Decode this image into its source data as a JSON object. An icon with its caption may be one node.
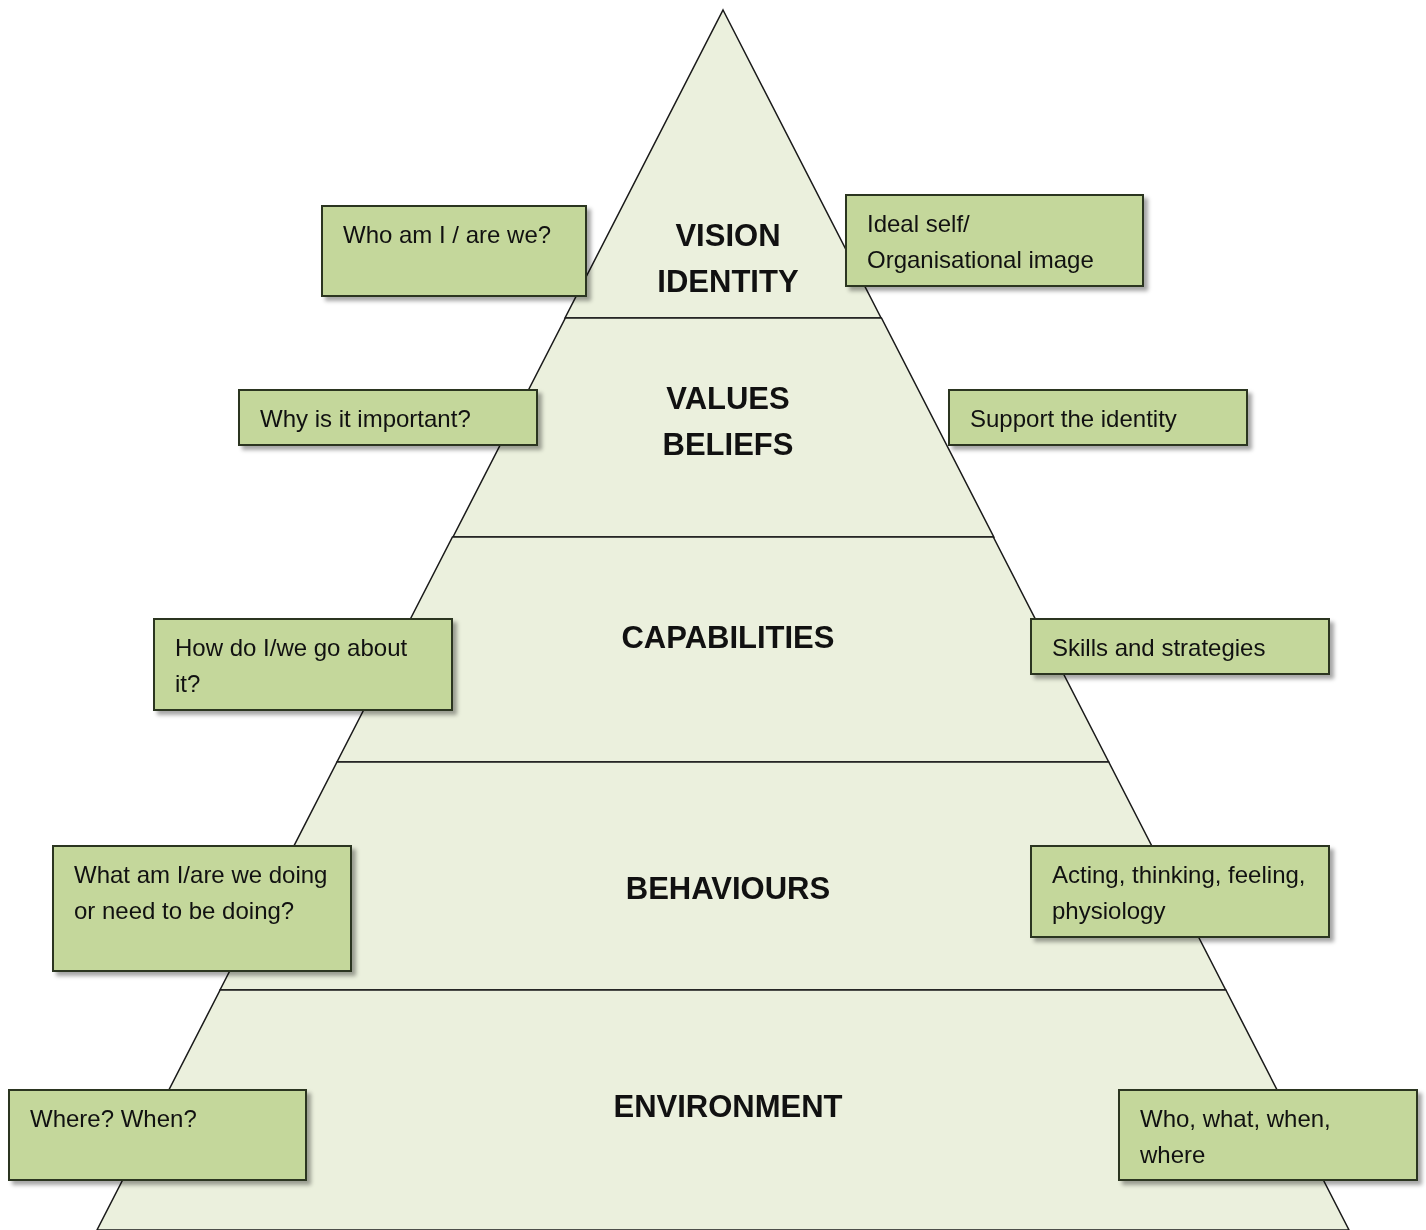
{
  "diagram": {
    "nodes": [
      {
        "text": [
          "Who am I / are we?"
        ]
      },
      {
        "text": [
          "VISION IDENTITY"
        ]
      },
      {
        "text": [
          "Ideal self/ Organisational image"
        ]
      },
      {
        "text": [
          "Why is it important?"
        ]
      },
      {
        "text": [
          "VALUES BELIEFS"
        ]
      },
      {
        "text": [
          "Support the identity"
        ]
      },
      {
        "text": [
          "How do I/we go about it?"
        ]
      },
      {
        "text": [
          "CAPABILITIES"
        ]
      },
      {
        "text": [
          "Skills and strategies"
        ]
      },
      {
        "text": [
          "What am I/are we doing or need to be doing?"
        ]
      },
      {
        "text": [
          "BEHAVIOURS"
        ]
      },
      {
        "text": [
          "Acting, thinking, feeling, physiology"
        ]
      },
      {
        "text": [
          "Where? When?"
        ]
      },
      {
        "text": [
          "ENVIRONMENT"
        ]
      },
      {
        "text": [
          "Who, what, when, where"
        ]
      }
    ],
    "edges": []
  }
}
